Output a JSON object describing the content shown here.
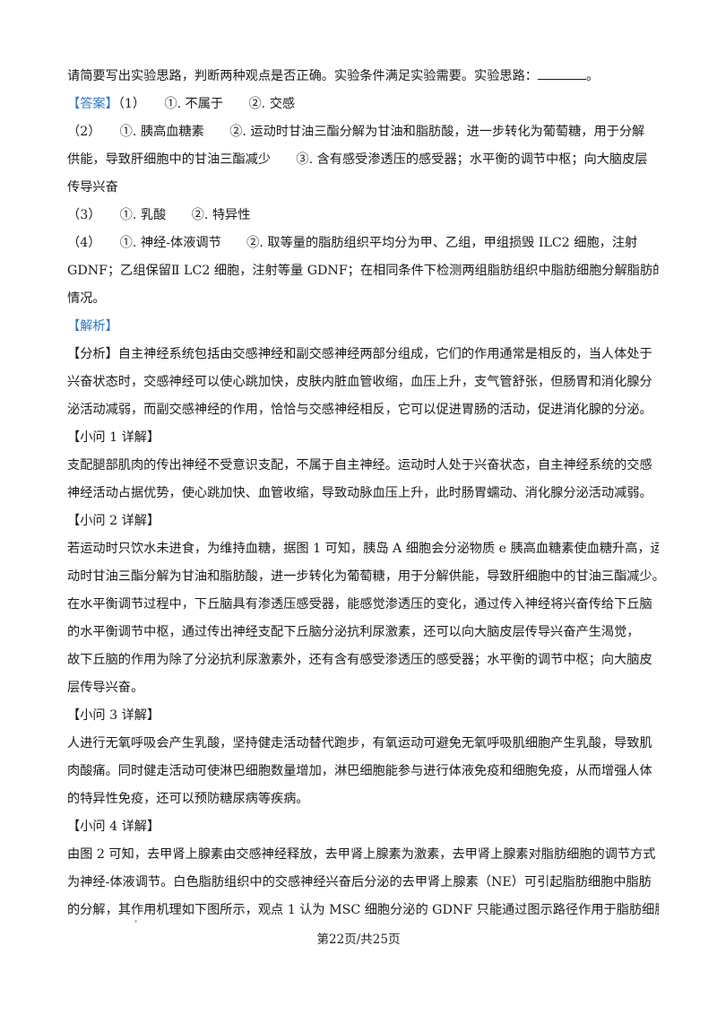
{
  "document": {
    "lines": [
      {
        "segments": [
          {
            "text": "请简要写出实验思路，判断两种观点是否正确。实验条件满足实验需要。实验思路："
          },
          {
            "underline": true
          },
          {
            "text": "。"
          }
        ]
      },
      {
        "segments": [
          {
            "text": "【答案】",
            "blue": true
          },
          {
            "text": "（1）　　①. 不属于　　②. 交感"
          }
        ]
      },
      {
        "segments": [
          {
            "text": "（2）　　①. 胰高血糖素　　②. 运动时甘油三酯分解为甘油和脂肪酸，进一步转化为葡萄糖，用于分解"
          }
        ]
      },
      {
        "segments": [
          {
            "text": "供能，导致肝细胞中的甘油三酯减少　　③. 含有感受渗透压的感受器；水平衡的调节中枢；向大脑皮层"
          }
        ]
      },
      {
        "segments": [
          {
            "text": "传导兴奋"
          }
        ]
      },
      {
        "segments": [
          {
            "text": "（3）　　①. 乳酸　　②. 特异性"
          }
        ]
      },
      {
        "segments": [
          {
            "text": "（4）　　①. 神经-体液调节　　②. 取等量的脂肪组织平均分为甲、乙组，甲组损毁 ILC2 细胞，注射"
          }
        ]
      },
      {
        "segments": [
          {
            "text": "GDNF；乙组保留Ⅱ LC2 细胞，注射等量 GDNF；在相同条件下检测两组脂肪组织中脂肪细胞分解脂肪的"
          }
        ]
      },
      {
        "segments": [
          {
            "text": "情况。"
          }
        ]
      },
      {
        "segments": [
          {
            "text": "【解析】",
            "blue": true
          }
        ]
      },
      {
        "segments": [
          {
            "text": "【分析】自主神经系统包括由交感神经和副交感神经两部分组成，它们的作用通常是相反的，当人体处于"
          }
        ]
      },
      {
        "segments": [
          {
            "text": "兴奋状态时，交感神经可以使心跳加快，皮肤内脏血管收缩，血压上升，支气管舒张，但肠胃和消化腺分"
          }
        ]
      },
      {
        "segments": [
          {
            "text": "泌活动减弱，而副交感神经的作用，恰恰与交感神经相反，它可以促进胃肠的活动，促进消化腺的分泌。"
          }
        ]
      },
      {
        "segments": [
          {
            "text": "【小问 1 详解】"
          }
        ]
      },
      {
        "segments": [
          {
            "text": "支配腿部肌肉的传出神经不受意识支配，不属于自主神经。运动时人处于兴奋状态，自主神经系统的交感"
          }
        ]
      },
      {
        "segments": [
          {
            "text": "神经活动占据优势，使心跳加快、血管收缩，导致动脉血压上升，此时肠胃蠕动、消化腺分泌活动减弱。"
          }
        ]
      },
      {
        "segments": [
          {
            "text": "【小问 2 详解】"
          }
        ]
      },
      {
        "segments": [
          {
            "text": "若运动时只饮水未进食，为维持血糖，据图 1 可知，胰岛 A 细胞会分泌物质 e 胰高血糖素使血糖升高，运"
          }
        ]
      },
      {
        "segments": [
          {
            "text": "动时甘油三酯分解为甘油和脂肪酸，进一步转化为葡萄糖，用于分解供能，导致肝细胞中的甘油三酯减少。"
          }
        ]
      },
      {
        "segments": [
          {
            "text": "在水平衡调节过程中，下丘脑具有渗透压感受器，能感觉渗透压的变化，通过传入神经将兴奋传给下丘脑"
          }
        ]
      },
      {
        "segments": [
          {
            "text": "的水平衡调节中枢，通过传出神经支配下丘脑分泌抗利尿激素，还可以向大脑皮层传导兴奋产生渴觉，"
          }
        ]
      },
      {
        "segments": [
          {
            "text": "故下丘脑的作用为除了分泌抗利尿激素外，还有含有感受渗透压的感受器；水平衡的调节中枢；向大脑皮"
          }
        ]
      },
      {
        "segments": [
          {
            "text": "层传导兴奋。"
          }
        ]
      },
      {
        "segments": [
          {
            "text": "【小问 3 详解】"
          }
        ]
      },
      {
        "segments": [
          {
            "text": "人进行无氧呼吸会产生乳酸，坚持健走活动替代跑步，有氧运动可避免无氧呼吸肌细胞产生乳酸，导致肌"
          }
        ]
      },
      {
        "segments": [
          {
            "text": "肉酸痛。同时健走活动可使淋巴细胞数量增加，淋巴细胞能参与进行体液免疫和细胞免疫，从而增强人体"
          }
        ]
      },
      {
        "segments": [
          {
            "text": "的特异性免疫，还可以预防糖尿病等疾病。"
          }
        ]
      },
      {
        "segments": [
          {
            "text": "【小问 4 详解】"
          }
        ]
      },
      {
        "segments": [
          {
            "text": "由图 2 可知，去甲肾上腺素由交感神经释放，去甲肾上腺素为激素，去甲肾上腺素对脂肪细胞的调节方式"
          }
        ]
      },
      {
        "segments": [
          {
            "text": "为神经-体液调节。白色脂肪组织中的交感神经兴奋后分泌的去甲肾上腺素（NE）可引起脂肪细胞中脂肪"
          }
        ]
      },
      {
        "segments": [
          {
            "text": "的分解，其作用机理如下图所示，观点 1 认为 MSC 细胞分泌的 GDNF 只能通过图示路径作用于脂肪细胞，"
          }
        ]
      }
    ],
    "footer": "第22页/共25页"
  },
  "colors": {
    "label_blue": "#2d76c6",
    "text": "#1a1a1a"
  }
}
